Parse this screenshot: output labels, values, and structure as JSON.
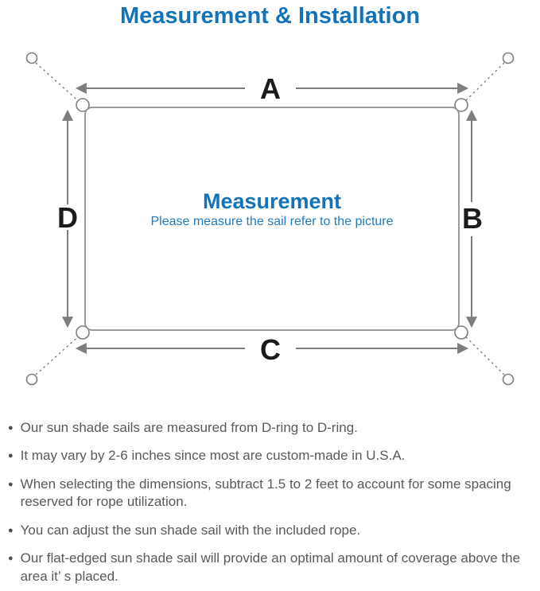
{
  "title": "Measurement & Installation",
  "diagram": {
    "labels": {
      "top": "A",
      "right": "B",
      "bottom": "C",
      "left": "D"
    },
    "center_heading": "Measurement",
    "center_subtitle": "Please measure the sail refer to the picture"
  },
  "bullets": [
    "Our sun shade sails are measured from D-ring to D-ring.",
    "It may vary by 2-6 inches since most are custom-made in U.S.A.",
    "When selecting the dimensions, subtract 1.5 to 2 feet to account for some spacing reserved for rope utilization.",
    "You can adjust the sun shade sail with the included rope.",
    "Our flat-edged sun shade sail will provide an optimal amount of coverage above the area it’ s placed."
  ],
  "colors": {
    "accent_blue": "#1373b9",
    "subtitle_blue": "#1f7ac0",
    "label_black": "#1b1b1b",
    "line_gray": "#7e7e7e",
    "outline_gray": "#8f8f8f",
    "text_gray": "#595959"
  }
}
